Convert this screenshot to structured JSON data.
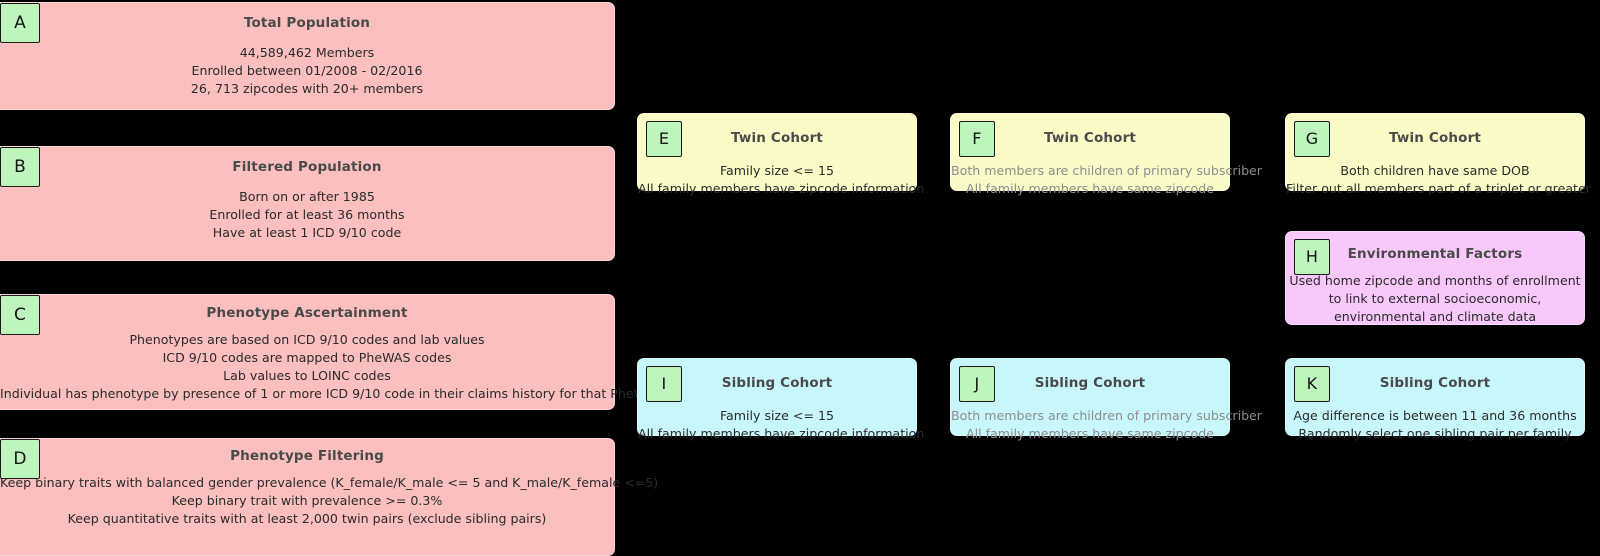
{
  "diagram": {
    "background_color": "#000000",
    "badge_color": "#bdf5bd",
    "colors": {
      "pink": "#fbbfbf",
      "yellow": "#fbfbc8",
      "cyan": "#c8f7fb",
      "magenta": "#f9c8fb",
      "title_text": "#4a4a4a",
      "body_text": "#2b2b2b",
      "muted_text": "#8d8d8d"
    }
  },
  "panels": {
    "a": {
      "badge": "A",
      "title": "Total Population",
      "lines": [
        "44,589,462 Members",
        "Enrolled between 01/2008 - 02/2016",
        "26, 713 zipcodes with 20+ members"
      ]
    },
    "b": {
      "badge": "B",
      "title": "Filtered Population",
      "lines": [
        "Born on or after 1985",
        "Enrolled for at least 36 months",
        "Have at least 1 ICD 9/10 code"
      ]
    },
    "c": {
      "badge": "C",
      "title": "Phenotype Ascertainment",
      "lines": [
        "Phenotypes are based on ICD 9/10 codes and lab values",
        "ICD 9/10 codes are mapped to PheWAS codes",
        "Lab values to LOINC codes",
        "Individual has phenotype by presence of 1 or more ICD 9/10 code in their claims history for that PheWAS code"
      ]
    },
    "d": {
      "badge": "D",
      "title": "Phenotype Filtering",
      "lines": [
        "Keep binary traits with balanced gender prevalence (K_female/K_male <= 5 and K_male/K_female <=5)",
        "Keep binary trait with prevalence >= 0.3%",
        "Keep quantitative traits with at least 2,000 twin pairs (exclude sibling pairs)"
      ]
    },
    "e": {
      "badge": "E",
      "title": "Twin Cohort",
      "lines": [
        "Family size <= 15",
        "All family members have zipcode information"
      ]
    },
    "f": {
      "badge": "F",
      "title": "Twin Cohort",
      "lines": [
        "Both members are children of primary subscriber",
        "All family members have same zipcode"
      ]
    },
    "g": {
      "badge": "G",
      "title": "Twin Cohort",
      "lines": [
        "Both children have same DOB",
        "Filter out all members part of a triplet or greater"
      ]
    },
    "h": {
      "badge": "H",
      "title": "Environmental Factors",
      "lines": [
        "Used home zipcode and months of enrollment to link to external socioeconomic, environmental and climate data"
      ]
    },
    "i": {
      "badge": "I",
      "title": "Sibling Cohort",
      "lines": [
        "Family size <= 15",
        "All family members have zipcode information"
      ]
    },
    "j": {
      "badge": "J",
      "title": "Sibling Cohort",
      "lines": [
        "Both members are children of primary subscriber",
        "All family members have same zipcode"
      ]
    },
    "k": {
      "badge": "K",
      "title": "Sibling Cohort",
      "lines": [
        "Age difference is between 11 and 36 months",
        "Randomly select one sibling pair per family"
      ]
    }
  }
}
